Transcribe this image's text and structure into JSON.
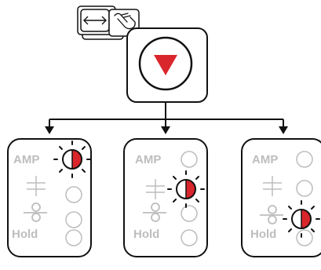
{
  "header": {
    "mode_icons": [
      "swap-arrows-icon",
      "hand-touch-icon"
    ],
    "main_button": {
      "icon": "triangle-down-icon",
      "color": "#d9262c"
    }
  },
  "panels": [
    {
      "labels": [
        "AMP",
        "Hold"
      ],
      "active_indicator": "AMP"
    },
    {
      "labels": [
        "AMP",
        "Hold"
      ],
      "active_indicator": "pressure"
    },
    {
      "labels": [
        "AMP",
        "Hold"
      ],
      "active_indicator": "rollers"
    }
  ],
  "colors": {
    "active_led": "#d9262c",
    "inactive_text": "#bdbdbd",
    "outline": "#111111"
  }
}
